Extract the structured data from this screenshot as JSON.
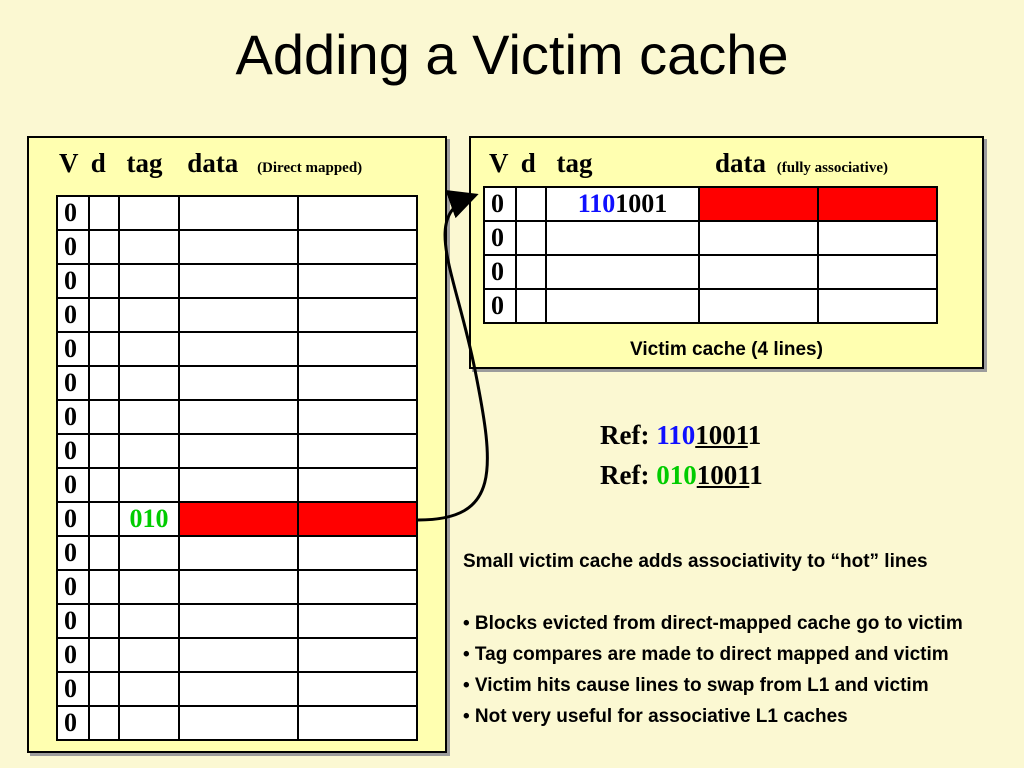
{
  "title": "Adding a Victim cache",
  "direct_mapped": {
    "header": {
      "v": "V",
      "d": "d",
      "tag": "tag",
      "data": "data",
      "note": "(Direct mapped)"
    },
    "rows": [
      {
        "v": "0",
        "tag": "",
        "highlight": false
      },
      {
        "v": "0",
        "tag": "",
        "highlight": false
      },
      {
        "v": "0",
        "tag": "",
        "highlight": false
      },
      {
        "v": "0",
        "tag": "",
        "highlight": false
      },
      {
        "v": "0",
        "tag": "",
        "highlight": false
      },
      {
        "v": "0",
        "tag": "",
        "highlight": false
      },
      {
        "v": "0",
        "tag": "",
        "highlight": false
      },
      {
        "v": "0",
        "tag": "",
        "highlight": false
      },
      {
        "v": "0",
        "tag": "",
        "highlight": false
      },
      {
        "v": "0",
        "tag": "010",
        "tag_color": "#00cc00",
        "highlight": true
      },
      {
        "v": "0",
        "tag": "",
        "highlight": false
      },
      {
        "v": "0",
        "tag": "",
        "highlight": false
      },
      {
        "v": "0",
        "tag": "",
        "highlight": false
      },
      {
        "v": "0",
        "tag": "",
        "highlight": false
      },
      {
        "v": "0",
        "tag": "",
        "highlight": false
      },
      {
        "v": "0",
        "tag": "",
        "highlight": false
      }
    ]
  },
  "victim": {
    "header": {
      "v": "V",
      "d": "d",
      "tag": "tag",
      "data": "data",
      "note": "(fully associative)"
    },
    "rows": [
      {
        "v": "0",
        "tag_colored": "110",
        "tag_rest": "1001",
        "tag_color": "#1010ff",
        "highlight": true
      },
      {
        "v": "0",
        "tag_colored": "",
        "tag_rest": "",
        "highlight": false
      },
      {
        "v": "0",
        "tag_colored": "",
        "tag_rest": "",
        "highlight": false
      },
      {
        "v": "0",
        "tag_colored": "",
        "tag_rest": "",
        "highlight": false
      }
    ],
    "caption": "Victim cache (4 lines)"
  },
  "refs": [
    {
      "label": "Ref: ",
      "a": "110",
      "b": "1001",
      "c": "1",
      "a_color": "#1010ff"
    },
    {
      "label": "Ref: ",
      "a": "010",
      "b": "1001",
      "c": "1",
      "a_color": "#00cc00"
    }
  ],
  "description": {
    "lead": "Small victim cache adds associativity to “hot” lines",
    "bullets": [
      "• Blocks evicted from direct-mapped cache go to victim",
      "• Tag compares are made to direct mapped and victim",
      "• Victim hits cause lines to swap from L1 and victim",
      "• Not very useful for associative L1 caches"
    ]
  },
  "colors": {
    "background": "#fbf8d2",
    "panel": "#ffffb0",
    "highlight": "#ff0000"
  }
}
